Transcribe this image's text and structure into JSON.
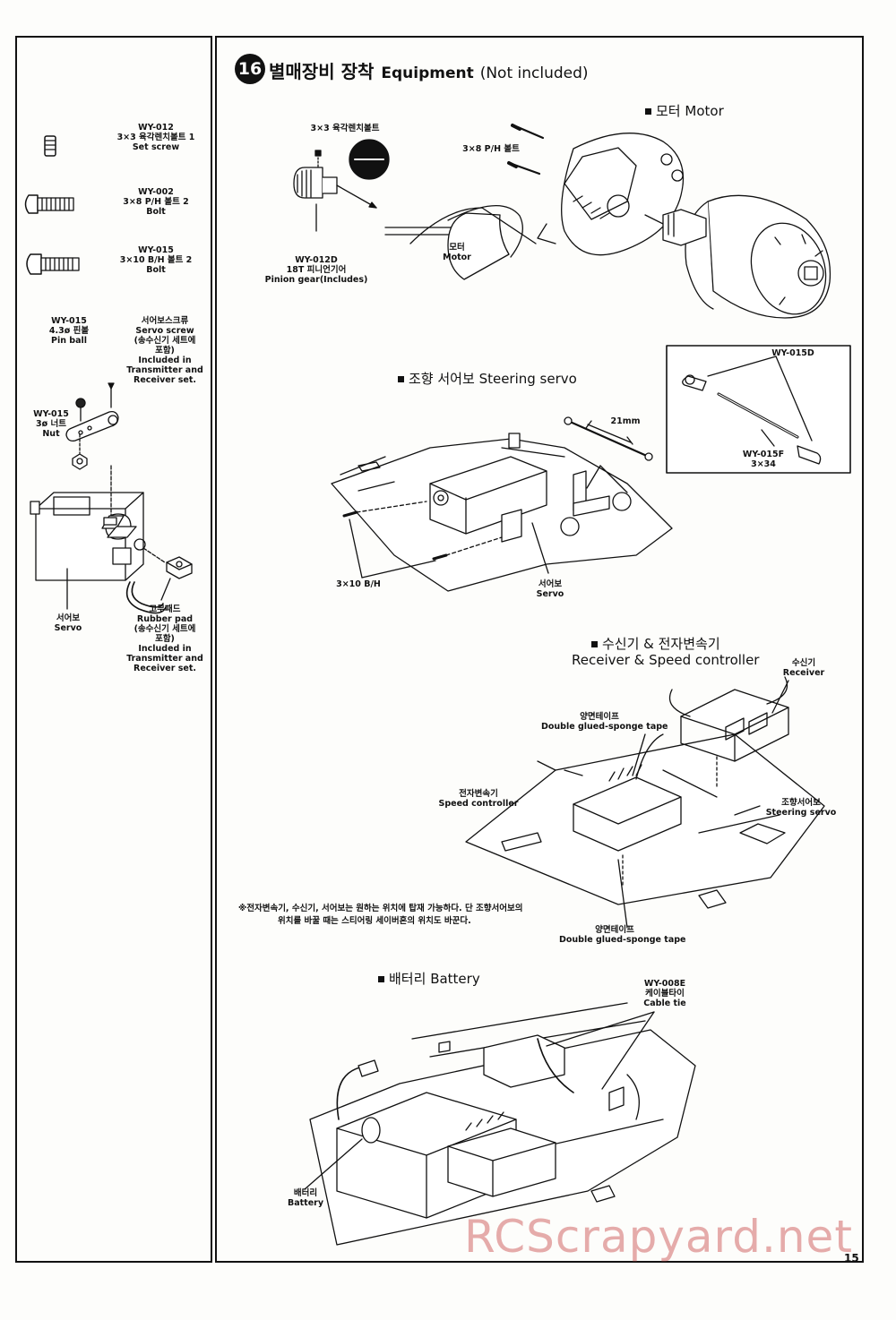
{
  "step": {
    "number": "16",
    "title_ko": "별매장비 장착",
    "title_en": "Equipment",
    "title_note": "(Not included)"
  },
  "sidebar": {
    "wy012": {
      "code": "WY-012",
      "name_ko": "3×3 육각렌치볼트 1",
      "name_en": "Set screw"
    },
    "wy002": {
      "code": "WY-002",
      "name_ko": "3×8 P/H 볼트 2",
      "name_en": "Bolt"
    },
    "wy015bolt": {
      "code": "WY-015",
      "name_ko": "3×10 B/H 볼트 2",
      "name_en": "Bolt"
    },
    "pinball": {
      "code": "WY-015",
      "name_ko": "4.3ø 핀볼",
      "name_en": "Pin ball"
    },
    "servo_screw": {
      "l1": "서어보스크류",
      "l2": "Servo screw",
      "l3": "(송수신기 세트에",
      "l4": "포함)",
      "l5": "Included in",
      "l6": "Transmitter and",
      "l7": "Receiver set."
    },
    "nut": {
      "code": "WY-015",
      "name_ko": "3ø 너트",
      "name_en": "Nut"
    },
    "servo": {
      "ko": "서어보",
      "en": "Servo"
    },
    "rubber_pad": {
      "l1": "고무패드",
      "l2": "Rubber pad",
      "l3": "(송수신기 세트에",
      "l4": "포함)",
      "l5": "Included in",
      "l6": "Transmitter and",
      "l7": "Receiver set."
    }
  },
  "motor": {
    "section_ko": "모터",
    "section_en": "Motor",
    "setscrew_label": "3×3 육각렌치볼트",
    "bolt_label": "3×8 P/H 볼트",
    "pinion_code": "WY-012D",
    "pinion_ko": "18T 피니언기어",
    "pinion_en": "Pinion gear(Includes)",
    "motor_ko": "모터",
    "motor_en": "Motor"
  },
  "steering": {
    "section_ko": "조향 서어보",
    "section_en": "Steering servo",
    "dim": "21mm",
    "bolt": "3×10 B/H",
    "servo_ko": "서어보",
    "servo_en": "Servo"
  },
  "inset": {
    "top_code": "WY-015D",
    "rod_code": "WY-015F",
    "rod_size": "3×34"
  },
  "receiver": {
    "section_ko": "수신기 & 전자변속기",
    "section_en": "Receiver & Speed controller",
    "recv_ko": "수신기",
    "recv_en": "Receiver",
    "tape1_ko": "양면테이프",
    "tape1_en": "Double glued-sponge tape",
    "esc_ko": "전자변속기",
    "esc_en": "Speed controller",
    "steer_ko": "조향서어보",
    "steer_en": "Steering servo",
    "note_l1": "※전자변속기, 수신기, 서어보는 원하는 위치에 탑재 가능하다. 단 조향서어보의",
    "note_l2": "위치를 바꿀 때는 스티어링 세이버혼의 위치도 바꾼다.",
    "tape2_ko": "양면테이프",
    "tape2_en": "Double glued-sponge tape"
  },
  "battery": {
    "section_ko": "배터리",
    "section_en": "Battery",
    "tie_code": "WY-008E",
    "tie_ko": "케이블타이",
    "tie_en": "Cable tie",
    "batt_ko": "배터리",
    "batt_en": "Battery"
  },
  "watermark": "RCScrapyard.net",
  "page_number": "15"
}
